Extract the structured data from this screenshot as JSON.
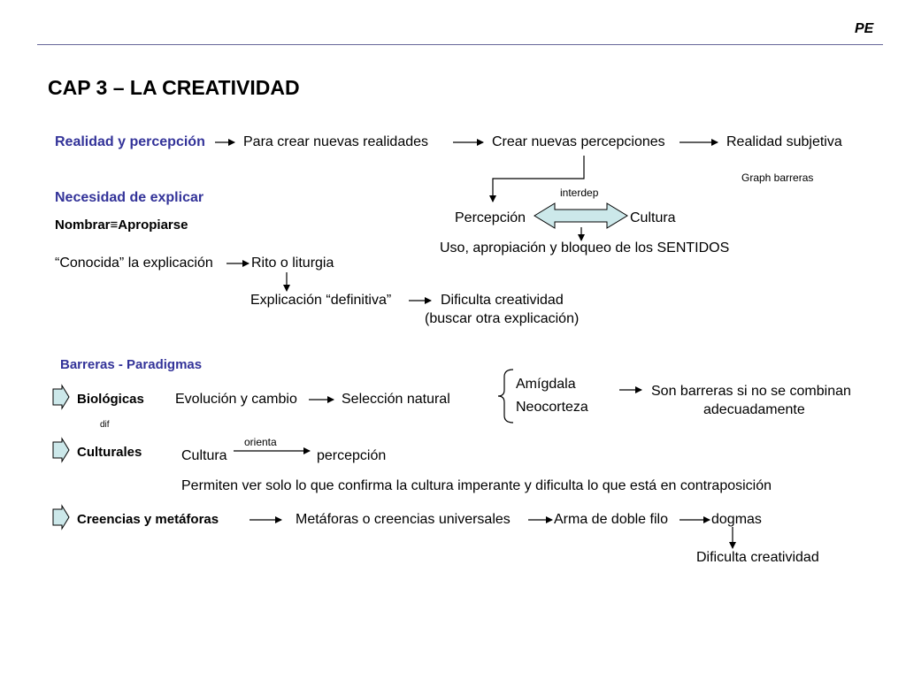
{
  "header": {
    "tag": "PE",
    "rule_color": "#666699"
  },
  "title": "CAP 3 – LA CREATIVIDAD",
  "row1": {
    "realidad": "Realidad y percepción",
    "para_crear": "Para crear nuevas realidades",
    "crear_percepciones": "Crear nuevas percepciones",
    "realidad_subjetiva": "Realidad subjetiva",
    "graph_barreras": "Graph barreras"
  },
  "necesidad": {
    "heading": "Necesidad de explicar",
    "nombrar": "Nombrar≡Apropiarse",
    "conocida": "“Conocida” la explicación",
    "rito": "Rito o liturgia",
    "explicacion_definitiva": "Explicación “definitiva”",
    "dificulta_line1": "Dificulta creatividad",
    "dificulta_line2": "(buscar otra explicación)"
  },
  "percepcion_block": {
    "interdep": "interdep",
    "percepcion": "Percepción",
    "cultura": "Cultura",
    "uso": "Uso, apropiación y bloqueo de los SENTIDOS"
  },
  "barreras": {
    "heading": "Barreras - Paradigmas",
    "biologicas": "Biológicas",
    "evolucion": "Evolución y cambio",
    "seleccion": "Selección natural",
    "amigdala": "Amígdala",
    "neocorteza": "Neocorteza",
    "son_barreras_line1": "Son barreras si no se combinan",
    "son_barreras_line2": "adecuadamente",
    "dif": "dif",
    "culturales": "Culturales",
    "cultura": "Cultura",
    "orienta": "orienta",
    "percepcion": "percepción",
    "permiten": "Permiten ver solo lo que confirma la cultura imperante y dificulta lo que está en contraposición",
    "creencias": "Creencias y metáforas",
    "metaforas": "Metáforas o creencias universales",
    "arma": "Arma de doble filo",
    "dogmas": "dogmas",
    "dificulta": "Dificulta creatividad"
  },
  "colors": {
    "heading_blue": "#333399",
    "shape_fill": "#cce8ea"
  }
}
